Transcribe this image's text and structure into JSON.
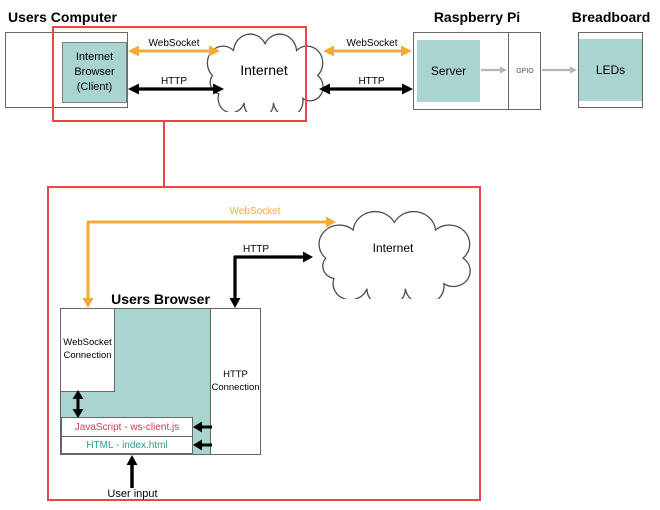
{
  "colors": {
    "teal": "#a9d4cf",
    "yellow": "#f5ab3a",
    "red_outline": "#eb4647",
    "js_text": "#cf3d52",
    "html_text": "#2ba08d",
    "gray_arrow": "#b5b5b5",
    "box_border": "#666666",
    "cloud_stroke": "#4d4d4d"
  },
  "overview": {
    "users_computer": {
      "heading": "Users Computer",
      "browser_box": "Internet Browser (Client)"
    },
    "raspberry_pi": {
      "heading": "Raspberry Pi",
      "server": "Server",
      "gpio": "GPIO"
    },
    "breadboard": {
      "heading": "Breadboard",
      "leds": "LEDs"
    },
    "internet_cloud": "Internet",
    "labels": {
      "websocket_left": "WebSocket",
      "http_left": "HTTP",
      "websocket_right": "WebSocket",
      "http_right": "HTTP"
    }
  },
  "detail": {
    "internet_cloud": "Internet",
    "labels": {
      "websocket": "WebSocket",
      "http": "HTTP"
    },
    "users_browser": {
      "heading": "Users Browser",
      "websocket_connection": "WebSocket Connection",
      "http_connection": "HTTP Connection",
      "javascript_layer": "JavaScript - ws-client.js",
      "html_layer": "HTML - index.html"
    },
    "user_input": "User input"
  }
}
